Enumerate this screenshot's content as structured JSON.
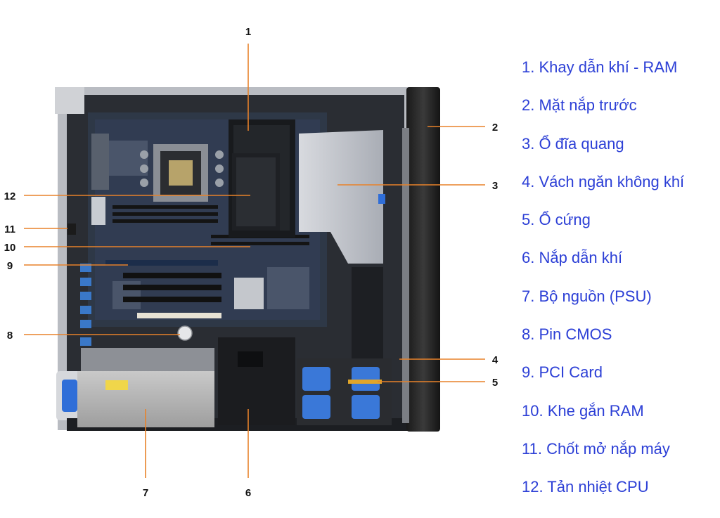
{
  "callouts": [
    "1",
    "2",
    "3",
    "4",
    "5",
    "6",
    "7",
    "8",
    "9",
    "10",
    "11",
    "12"
  ],
  "legend": [
    "1. Khay dẫn khí - RAM",
    "2. Mặt nắp trước",
    "3. Ổ đĩa quang",
    "4. Vách ngăn không khí",
    "5. Ổ cứng",
    "6. Nắp dẫn khí",
    "7. Bộ nguồn (PSU)",
    "8. Pin CMOS",
    "9. PCI Card",
    "10. Khe gắn RAM",
    "11. Chốt mở nắp máy",
    "12. Tản nhiệt CPU"
  ],
  "colors": {
    "legend_text": "#2c3fd6",
    "leader_line": "#e8822a"
  }
}
